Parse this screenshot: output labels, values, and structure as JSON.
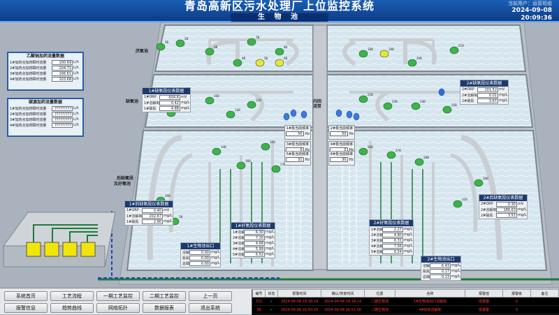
{
  "header": {
    "title": "青岛高新区污水处理厂上位监控系统",
    "subtitle": "生 物 池",
    "user": "当前用户：运营班组",
    "date": "2024-09-08",
    "time": "20:09:36"
  },
  "zones": {
    "anaerobic": "厌氧池",
    "anoxic": "缺氧池",
    "post_anoxic_l1": "后缺氧段",
    "post_anoxic_l2": "及好氧池",
    "inner_return": "内回流泵"
  },
  "mixers": {
    "m2": "2B",
    "m3": "3B",
    "m4": "4B",
    "m5": "5B",
    "m6": "6B",
    "m7": "7B",
    "m8": "8B",
    "m9": "9B",
    "m10": "10B",
    "m11": "11B",
    "m12": "12B",
    "m13": "13B",
    "m14": "14B",
    "m15": "15B",
    "m16": "16B",
    "m17": "17B",
    "m18": "18B",
    "m19": "19B",
    "m20": "20B",
    "m21": "21B",
    "m22": "22B",
    "m23": "23B",
    "m24": "24B",
    "m25": "25B",
    "m26": "26B",
    "m27": "27B",
    "m28": "28B",
    "m29": "29B",
    "m30": "30B",
    "m31": "31B",
    "m1": "1B"
  },
  "sodium_acetate": {
    "title": "乙酸钠加药流量数据",
    "rows": [
      {
        "label": "1#加药点加药瞬时流量",
        "value": "100.69",
        "unit": "L/h"
      },
      {
        "label": "2#加药点加药瞬时流量",
        "value": "104.71",
        "unit": "L/h"
      },
      {
        "label": "3#加药点加药瞬时流量",
        "value": "106.61",
        "unit": "L/h"
      },
      {
        "label": "4#加药点加药瞬时流量",
        "value": "103.68",
        "unit": "L/h"
      }
    ]
  },
  "carbon_source": {
    "title": "碳源加药流量数据",
    "rows": [
      {
        "label": "1#加药点加药瞬时流量",
        "value": "?????????",
        "unit": "L/h"
      },
      {
        "label": "2#加药点加药瞬时流量",
        "value": "?????????",
        "unit": "L/h"
      },
      {
        "label": "3#加药点加药瞬时流量",
        "value": "?????????",
        "unit": "L/h"
      },
      {
        "label": "4#加药点加药瞬时流量",
        "value": "?????????",
        "unit": "L/h"
      }
    ]
  },
  "anoxic1": {
    "title": "1#缺氧段仪表数据",
    "rows": [
      {
        "label": "1#ORP",
        "value": "-504.6",
        "unit": "mV"
      },
      {
        "label": "1#溶解氧",
        "value": "0.42",
        "unit": "mg/L"
      },
      {
        "label": "1#硝氮",
        "value": "4.88",
        "unit": "mg/L"
      }
    ]
  },
  "anoxic2": {
    "title": "2#缺氧段仪表数据",
    "rows": [
      {
        "label": "2#ORP",
        "value": "101.52",
        "unit": "mV"
      },
      {
        "label": "2#溶解氧",
        "value": "0.01",
        "unit": "mg/L"
      },
      {
        "label": "2#硝氮",
        "value": "3.67",
        "unit": "mg/L"
      }
    ]
  },
  "freq": [
    {
      "label": "1#泵当前频率",
      "value": "50",
      "unit": "Hz"
    },
    {
      "label": "2#泵当前频率",
      "value": "50",
      "unit": "Hz"
    },
    {
      "label": "3#泵当前频率",
      "value": "0",
      "unit": "Hz"
    },
    {
      "label": "4#泵当前频率",
      "value": "0",
      "unit": "Hz"
    },
    {
      "label": "5#泵当前频率",
      "value": "31",
      "unit": "Hz"
    },
    {
      "label": "6#泵当前频率",
      "value": "30",
      "unit": "Hz"
    }
  ],
  "post_anoxic1": {
    "title": "1#后缺氧段仪表数据",
    "rows": [
      {
        "label": "1#ORP",
        "value": "0.40",
        "unit": "mV"
      },
      {
        "label": "1#溶解氧",
        "value": "202.67",
        "unit": "mg/L"
      },
      {
        "label": "1#硝氮",
        "value": "2.90",
        "unit": "mg/L"
      }
    ]
  },
  "post_anoxic2": {
    "title": "2#后缺氧段仪表数据",
    "rows": [
      {
        "label": "2#ORP",
        "value": "0.30",
        "unit": "mV"
      },
      {
        "label": "2#溶解氧",
        "value": "186.63",
        "unit": "mg/L"
      },
      {
        "label": "2#硝氮",
        "value": "3.51",
        "unit": "mg/L"
      }
    ]
  },
  "aerobic1": {
    "title": "1#好氧段仪表数据",
    "rows": [
      {
        "label": "1#溶解氧",
        "value": "6.30",
        "unit": "mg/L"
      },
      {
        "label": "2#溶解氧",
        "value": "7.20",
        "unit": "mg/L"
      },
      {
        "label": "3#溶解氧",
        "value": "4.68",
        "unit": "mg/L"
      },
      {
        "label": "4#溶解氧",
        "value": "5.99",
        "unit": "mg/L"
      },
      {
        "label": "5#溶解氧",
        "value": "6.52",
        "unit": "mg/L"
      }
    ]
  },
  "aerobic2": {
    "title": "2#好氧段仪表数据",
    "rows": [
      {
        "label": "1#溶解氧",
        "value": "2.27",
        "unit": "mg/L"
      },
      {
        "label": "2#溶解氧",
        "value": "4.80",
        "unit": "mg/L"
      },
      {
        "label": "3#溶解氧",
        "value": "6.31",
        "unit": "mg/L"
      },
      {
        "label": "4#溶解氧",
        "value": "7.56",
        "unit": "mg/L"
      },
      {
        "label": "5#溶解氧",
        "value": "6.54",
        "unit": "mg/L"
      }
    ]
  },
  "outlet1": {
    "title": "1#生物池出口",
    "rows": [
      {
        "label": "溶解氧",
        "value": "0.00",
        "unit": "mg/L"
      },
      {
        "label": "氨氮",
        "value": "0.00",
        "unit": "mg/L"
      },
      {
        "label": "总磷",
        "value": "0.00",
        "unit": "mg/L"
      }
    ]
  },
  "outlet2": {
    "title": "2#生物池出口",
    "rows": [
      {
        "label": "溶解氧",
        "value": "6.43",
        "unit": "mg/L"
      },
      {
        "label": "氨氮",
        "value": "0.17",
        "unit": "mg/L"
      },
      {
        "label": "总磷",
        "value": "0.13",
        "unit": "mg/L"
      }
    ]
  },
  "nav": [
    "系统首页",
    "工艺流程",
    "一期工艺监控",
    "二期工艺监控",
    "上一页",
    "报警信息",
    "趋势曲线",
    "网络拓扑",
    "数据报表",
    "退出系统"
  ],
  "alarm": {
    "headers": [
      "编号",
      "状态",
      "报警时间",
      "确认/恢复时间",
      "位置",
      "名称",
      "报警值",
      "报警级",
      "备注"
    ],
    "rows": [
      {
        "id": "331",
        "status": "✓",
        "time": "2024-09-08 19:18:14",
        "ack": "2024-09-08 19:18:14",
        "pos": "二期生物池",
        "name": "1#生物池出口溶解氧",
        "value": "低报警",
        "level": "0",
        "note": ""
      },
      {
        "id": "38",
        "status": "✓",
        "time": "2024-09-08 16:50:29",
        "ack": "2024-09-08 16:51:36",
        "pos": "二期生物池",
        "name": "4#好氧溶解氧",
        "value": "低报警",
        "level": "0",
        "note": ""
      }
    ]
  },
  "colors": {
    "header": "#1a5fb4",
    "pipe": "#1e7a3a",
    "water": "#d9e9f2",
    "mixer": "#3cb44b"
  }
}
